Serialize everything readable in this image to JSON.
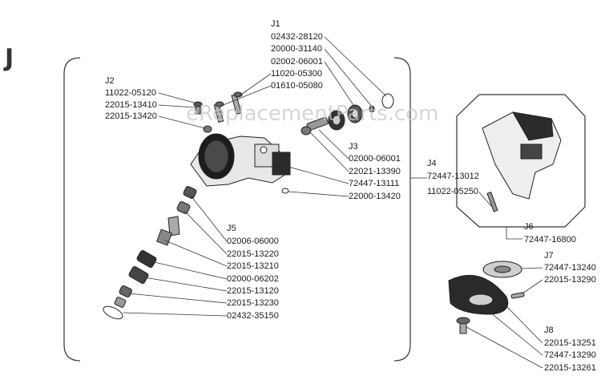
{
  "section": "J",
  "watermark": "eReplacementParts.com",
  "groups": {
    "J1": "J1",
    "J2": "J2",
    "J3": "J3",
    "J4": "J4",
    "J5": "J5",
    "J6": "J6",
    "J7": "J7",
    "J8": "J8"
  },
  "parts": {
    "j1": [
      "02432-28120",
      "20000-31140",
      "02002-06001",
      "11020-05300",
      "01610-05080"
    ],
    "j2": [
      "11022-05120",
      "22015-13410",
      "22015-13420"
    ],
    "j3": [
      "02000-06001",
      "22021-13390",
      "72447-13111",
      "22000-13420"
    ],
    "j4": [
      "72447-13012",
      "11022-05250"
    ],
    "j5": [
      "02006-06000",
      "22015-13220",
      "22015-13210",
      "02000-06202",
      "22015-13120",
      "22015-13230",
      "02432-35150"
    ],
    "j6": [
      "72447-16800"
    ],
    "j7": [
      "72447-13240",
      "22015-13290"
    ],
    "j8": [
      "22015-13251",
      "72447-13290",
      "22015-13261"
    ]
  }
}
